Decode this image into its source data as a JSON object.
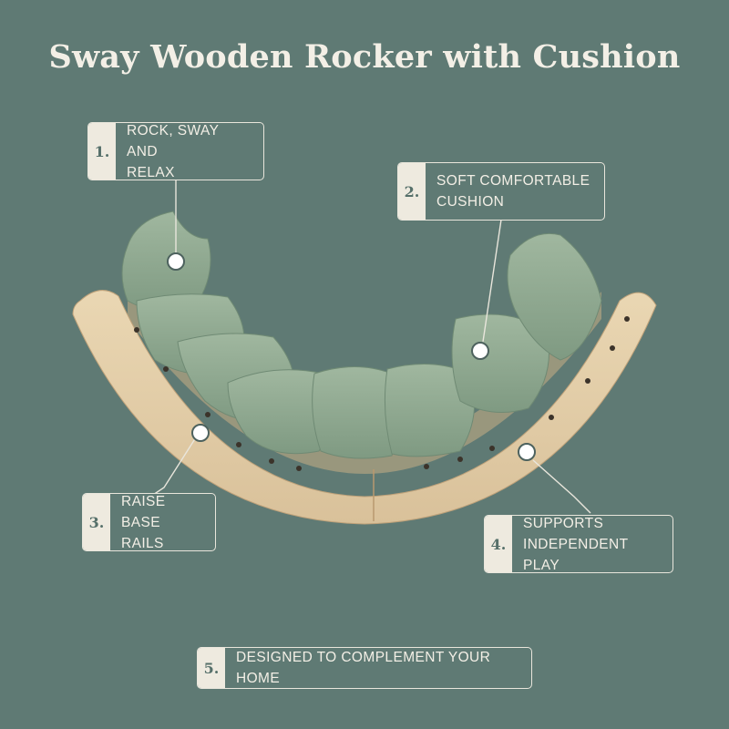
{
  "title": "Sway Wooden Rocker with Cushion",
  "callouts": [
    {
      "number": "1.",
      "text": "ROCK, SWAY AND\nRELAX"
    },
    {
      "number": "2.",
      "text": "SOFT COMFORTABLE\nCUSHION"
    },
    {
      "number": "3.",
      "text": "RAISE BASE\nRAILS"
    },
    {
      "number": "4.",
      "text": "SUPPORTS\nINDEPENDENT PLAY"
    },
    {
      "number": "5.",
      "text": "DESIGNED TO COMPLEMENT YOUR HOME"
    }
  ],
  "colors": {
    "background": "#5f7a74",
    "wood": "#e4cfa8",
    "cushion": "#93ab93",
    "text": "#f3efe6"
  }
}
